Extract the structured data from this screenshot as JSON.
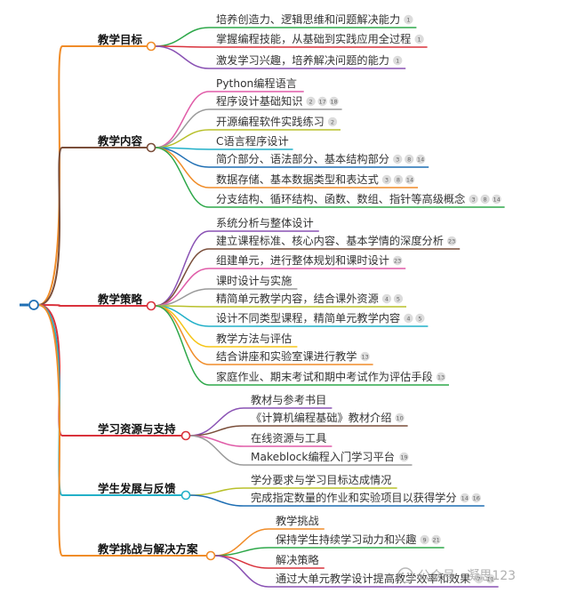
{
  "mindmap": {
    "categories": [
      {
        "label": "教学目标",
        "color": "#f08c28",
        "items": [
          {
            "text": "培养创造力、逻辑思维和问题解决能力",
            "color": "#2ea84a",
            "refs": [
              "1"
            ]
          },
          {
            "text": "掌握编程技能，从基础到实践应用全过程",
            "color": "#d9323c",
            "refs": [
              "1"
            ]
          },
          {
            "text": "激发学习兴趣，培养解决问题的能力",
            "color": "#8a52b4",
            "refs": [
              "1"
            ]
          }
        ]
      },
      {
        "label": "教学内容",
        "color": "#7a4e3a",
        "items": [
          {
            "text": "Python编程语言",
            "color": "#e05ca8",
            "refs": []
          },
          {
            "text": "程序设计基础知识",
            "color": "#9a9a9a",
            "refs": [
              "2",
              "17",
              "18"
            ]
          },
          {
            "text": "开源编程软件实践练习",
            "color": "#b8c02a",
            "refs": [
              "2"
            ]
          },
          {
            "text": "C语言程序设计",
            "color": "#22b0c8",
            "refs": []
          },
          {
            "text": "简介部分、语法部分、基本结构部分",
            "color": "#1f6fb4",
            "refs": [
              "3",
              "8",
              "14"
            ]
          },
          {
            "text": "数据存储、基本数据类型和表达式",
            "color": "#f08c28",
            "refs": [
              "3",
              "8",
              "14"
            ]
          },
          {
            "text": "分支结构、循环结构、函数、数组、指针等高级概念",
            "color": "#2ea84a",
            "refs": [
              "3",
              "8",
              "14"
            ]
          }
        ]
      },
      {
        "label": "教学策略",
        "color": "#d9323c",
        "items": [
          {
            "text": "系统分析与整体设计",
            "color": "#8a52b4",
            "refs": []
          },
          {
            "text": "建立课程标准、核心内容、基本学情的深度分析",
            "color": "#7a4e3a",
            "refs": [
              "23"
            ]
          },
          {
            "text": "组建单元，进行整体规划和课时设计",
            "color": "#e05ca8",
            "refs": [
              "23"
            ]
          },
          {
            "text": "课时设计与实施",
            "color": "#9a9a9a",
            "refs": []
          },
          {
            "text": "精简单元教学内容，结合课外资源",
            "color": "#b8c02a",
            "refs": [
              "4",
              "5"
            ]
          },
          {
            "text": "设计不同类型课程，精简单元教学内容",
            "color": "#22b0c8",
            "refs": [
              "4",
              "5"
            ]
          },
          {
            "text": "教学方法与评估",
            "color": "#f5c518",
            "refs": []
          },
          {
            "text": "结合讲座和实验室课进行教学",
            "color": "#f08c28",
            "refs": [
              "13"
            ]
          },
          {
            "text": "家庭作业、期末考试和期中考试作为评估手段",
            "color": "#2ea84a",
            "refs": [
              "13"
            ]
          }
        ]
      },
      {
        "label": "学习资源与支持",
        "color": "#d9323c",
        "items": [
          {
            "text": "教材与参考书目",
            "color": "#8a52b4",
            "refs": []
          },
          {
            "text": "《计算机编程基础》教材介绍",
            "color": "#7a4e3a",
            "refs": [
              "10"
            ]
          },
          {
            "text": "在线资源与工具",
            "color": "#e05ca8",
            "refs": []
          },
          {
            "text": "Makeblock编程入门学习平台",
            "color": "#9a9a9a",
            "refs": [
              "19"
            ]
          }
        ]
      },
      {
        "label": "学生发展与反馈",
        "color": "#22b0c8",
        "items": [
          {
            "text": "学分要求与学习目标达成情况",
            "color": "#b8c02a",
            "refs": []
          },
          {
            "text": "完成指定数量的作业和实验项目以获得学分",
            "color": "#1f6fb4",
            "refs": [
              "14",
              "16"
            ]
          }
        ]
      },
      {
        "label": "教学挑战与解决方案",
        "color": "#f08c28",
        "items": [
          {
            "text": "教学挑战",
            "color": "#f08c28",
            "refs": []
          },
          {
            "text": "保持学生持续学习动力和兴趣",
            "color": "#2ea84a",
            "refs": [
              "9",
              "21"
            ]
          },
          {
            "text": "解决策略",
            "color": "#d9323c",
            "refs": []
          },
          {
            "text": "通过大单元教学设计提高教学效率和效果",
            "color": "#8a52b4",
            "refs": [
              "7",
              "11"
            ]
          }
        ]
      }
    ],
    "watermark": "公众号 · 凝思123",
    "colors": {
      "root": "#1f6fb4",
      "badge_fill": "#dcdcdc"
    }
  }
}
